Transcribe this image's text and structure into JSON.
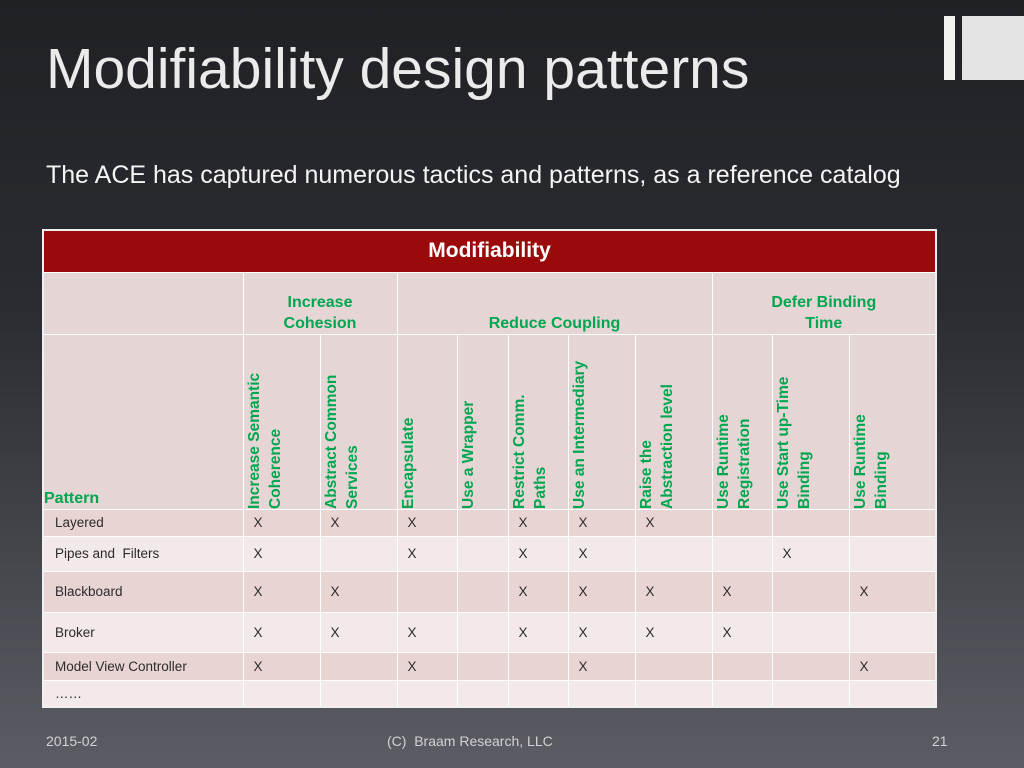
{
  "slide": {
    "title": "Modifiability design patterns",
    "subtitle": "The ACE has captured numerous tactics and patterns, as a reference catalog"
  },
  "table": {
    "caption": "Modifiability",
    "groups": {
      "cohesion": [
        "Increase",
        "Cohesion"
      ],
      "coupling": [
        "Reduce Coupling"
      ],
      "binding": [
        "Defer Binding",
        "Time"
      ]
    },
    "pattern_header": "Pattern",
    "tactics": [
      [
        "Increase Semantic",
        "Coherence"
      ],
      [
        "Abstract Common",
        "Services"
      ],
      [
        "Encapsulate"
      ],
      [
        "Use a Wrapper"
      ],
      [
        "Restrict Comm.",
        "Paths"
      ],
      [
        "Use an Intermediary"
      ],
      [
        "Raise the",
        "Abstraction level"
      ],
      [
        "Use Runtime",
        "Registration"
      ],
      [
        "Use Start up-Time",
        "Binding"
      ],
      [
        "Use Runtime",
        "Binding"
      ]
    ],
    "rows": [
      {
        "pattern": "Layered",
        "marks": [
          "X",
          "X",
          "X",
          "",
          "X",
          "X",
          "X",
          "",
          "",
          ""
        ]
      },
      {
        "pattern": "Pipes and  Filters",
        "marks": [
          "X",
          "",
          "X",
          "",
          "X",
          "X",
          "",
          "",
          "X",
          ""
        ]
      },
      {
        "pattern": "Blackboard",
        "marks": [
          "X",
          "X",
          "",
          "",
          "X",
          "X",
          "X",
          "X",
          "",
          "X"
        ]
      },
      {
        "pattern": "Broker",
        "marks": [
          "X",
          "X",
          "X",
          "",
          "X",
          "X",
          "X",
          "X",
          "",
          ""
        ]
      },
      {
        "pattern": "Model View Controller",
        "marks": [
          "X",
          "",
          "X",
          "",
          "",
          "X",
          "",
          "",
          "",
          "X"
        ]
      },
      {
        "pattern": "……",
        "marks": [
          "",
          "",
          "",
          "",
          "",
          "",
          "",
          "",
          "",
          ""
        ]
      }
    ]
  },
  "footer": {
    "date": "2015-02",
    "copyright": "(C)  Braam Research, LLC",
    "page": "21"
  },
  "colors": {
    "caption_bg": "#9b0a0a",
    "header_text": "#00a650",
    "header_bg": "#e6d5d5",
    "row_odd": "#e9d4d4",
    "row_even": "#f3e9e9",
    "page_bg_top": "#1f2125",
    "page_bg_bottom": "#5c5d64"
  }
}
